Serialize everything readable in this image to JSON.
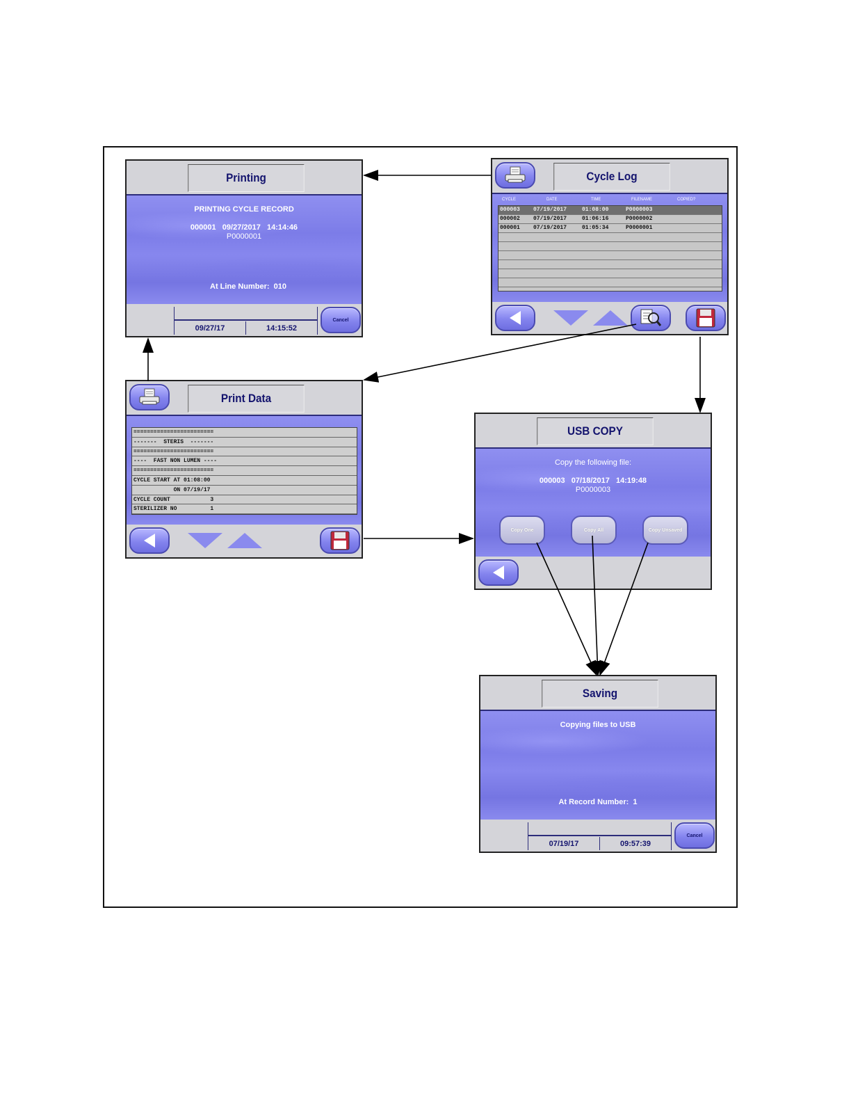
{
  "screens": {
    "printing": {
      "title": "Printing",
      "heading": "PRINTING CYCLE RECORD",
      "record_line": "000001   09/27/2017   14:14:46",
      "file": "P0000001",
      "line_label": "At Line Number:  010",
      "date": "09/27/17",
      "time": "14:15:52",
      "cancel_label": "Cancel"
    },
    "cycle_log": {
      "title": "Cycle Log",
      "columns": [
        "CYCLE",
        "DATE",
        "TIME",
        "FILENAME",
        "COPIED?"
      ],
      "rows": [
        {
          "cycle": "000003",
          "date": "07/19/2017",
          "time": "01:08:00",
          "file": "P0000003"
        },
        {
          "cycle": "000002",
          "date": "07/19/2017",
          "time": "01:06:16",
          "file": "P0000002"
        },
        {
          "cycle": "000001",
          "date": "07/19/2017",
          "time": "01:05:34",
          "file": "P0000001"
        }
      ]
    },
    "print_data": {
      "title": "Print Data",
      "lines": [
        "========================",
        "-------  STERIS  -------",
        "========================",
        "----  FAST NON LUMEN ----",
        "========================",
        "CYCLE START AT 01:08:00",
        "            ON 07/19/17",
        "CYCLE COUNT            3",
        "STERILIZER NO          1"
      ]
    },
    "usb_copy": {
      "title": "USB COPY",
      "prompt": "Copy the following file:",
      "record_line": "000003   07/18/2017   14:19:48",
      "file": "P0000003",
      "copy_one": "Copy One",
      "copy_all": "Copy All",
      "copy_unsaved": "Copy Unsaved"
    },
    "saving": {
      "title": "Saving",
      "status": "Copying files to USB",
      "record_label": "At Record Number:  1",
      "date": "07/19/17",
      "time": "09:57:39",
      "cancel_label": "Cancel"
    }
  },
  "icons": [
    "printer-icon",
    "back-arrow-icon",
    "scroll-down-icon",
    "scroll-up-icon",
    "magnifier-document-icon",
    "floppy-disk-icon"
  ],
  "colors": {
    "panel_purple": "#8484ec",
    "bezel_gray": "#d4d4d9",
    "title_navy": "#14146e"
  }
}
